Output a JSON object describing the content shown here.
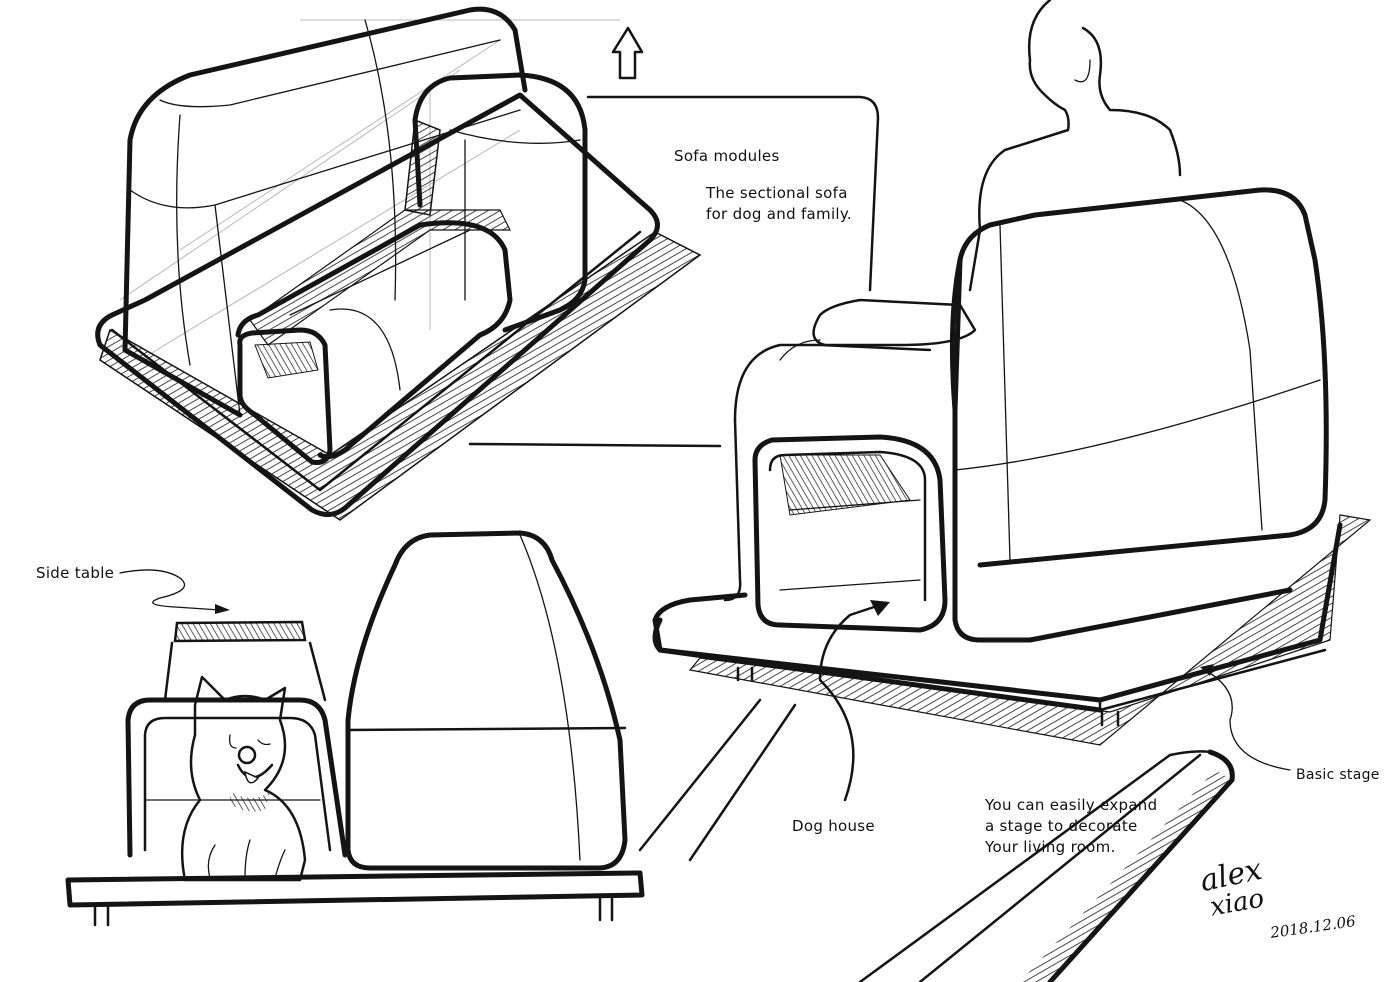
{
  "sketch": {
    "title_annotation": "Sofa modules",
    "description_annotation": "The sectional sofa\nfor dog and family.",
    "labels": {
      "side_table": "Side table",
      "dog_house": "Dog house",
      "basic_stage": "Basic stage"
    },
    "expand_note": "You can easily expand\na stage to decorate\nYour living room.",
    "signature": {
      "name_line1": "alex",
      "name_line2": "xiao",
      "date": "2018.12.06"
    },
    "icons": {
      "up_arrow": "up-arrow-icon",
      "pointer_arrow": "arrow-icon"
    },
    "colors": {
      "paper": "#ffffff",
      "ink": "#141414",
      "pencil": "#b9b9b9"
    }
  }
}
